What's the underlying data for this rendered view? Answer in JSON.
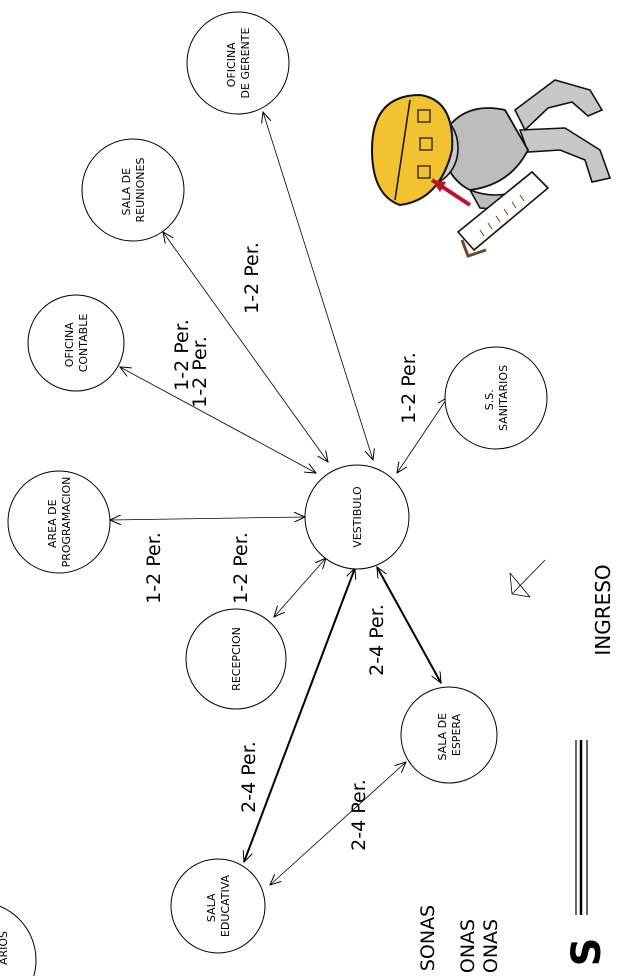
{
  "nodes": {
    "oficina_gerente": [
      "OFICINA",
      "DE GERENTE"
    ],
    "sala_reuniones": [
      "SALA DE",
      "REUNIONES"
    ],
    "oficina_contable": [
      "OFICINA",
      "CONTABLE"
    ],
    "area_programacion": [
      "AREA DE",
      "PROGRAMACION"
    ],
    "recepcion": [
      "RECEPCION"
    ],
    "vestibulo": [
      "VESTIBULO"
    ],
    "ss_sanitarios": [
      "S.S.",
      "SANITARIOS"
    ],
    "sala_espera": [
      "SALA DE",
      "ESPERA"
    ],
    "sala_educativa": [
      "SALA",
      "EDUCATIVA"
    ],
    "partial_node": [
      "ARIOS"
    ]
  },
  "edges": [
    {
      "from": "vestibulo",
      "to": "oficina_gerente",
      "label": "1-2 Per."
    },
    {
      "from": "vestibulo",
      "to": "sala_reuniones",
      "label": "1-2 Per."
    },
    {
      "from": "vestibulo",
      "to": "oficina_contable",
      "label": "1-2 Per."
    },
    {
      "from": "vestibulo",
      "to": "area_programacion",
      "label": "1-2 Per."
    },
    {
      "from": "vestibulo",
      "to": "recepcion",
      "label": "1-2 Per."
    },
    {
      "from": "vestibulo",
      "to": "ss_sanitarios",
      "label": "1-2 Per."
    },
    {
      "from": "vestibulo",
      "to": "sala_espera",
      "label": "2-4 Per."
    },
    {
      "from": "vestibulo",
      "to": "sala_educativa",
      "label": "2-4 Per."
    },
    {
      "from": "sala_espera",
      "to": "sala_educativa",
      "label": "2-4 Per."
    }
  ],
  "entry_label": "INGRESO",
  "legend": [
    "SONAS",
    "ONAS",
    "ONAS"
  ],
  "partial_title": "S",
  "colors": {
    "line": "#000000",
    "helmet": "#F2C230",
    "figure": "#B9B9B9",
    "arrow": "#C0102C"
  },
  "icons": [
    "worker-with-helmet-icon",
    "entry-arrow-icon"
  ]
}
